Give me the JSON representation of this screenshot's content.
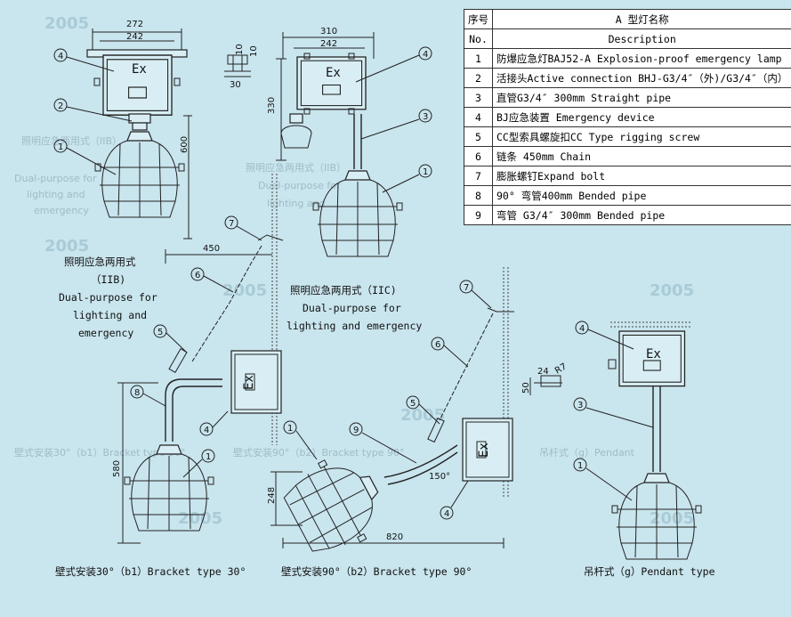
{
  "watermark": {
    "text": "2005",
    "ghost_lines": [
      "照明应急两用式（IIB）",
      "Dual-purpose for",
      "lighting and",
      "emergency",
      "壁式安装30°（b1）Bracket type 30°",
      "壁式安装90°（b2）Bracket type 90°",
      "吊杆式（g）Pendant"
    ]
  },
  "table": {
    "header": {
      "no_cn": "序号",
      "no_en": "No.",
      "title_cn": "A 型灯名称",
      "title_en": "Description"
    },
    "rows": [
      {
        "no": "1",
        "desc": "防爆应急灯BAJ52-A Explosion-proof emergency lamp"
      },
      {
        "no": "2",
        "desc": "活接头Active connection BHJ-G3/4″（外)/G3/4″（内）"
      },
      {
        "no": "3",
        "desc": "直管G3/4″  300mm Straight pipe"
      },
      {
        "no": "4",
        "desc": "BJ应急装置 Emergency device"
      },
      {
        "no": "5",
        "desc": "CC型索具螺旋扣CC Type rigging screw"
      },
      {
        "no": "6",
        "desc": "链条 450mm Chain"
      },
      {
        "no": "7",
        "desc": "膨胀螺钉Expand bolt"
      },
      {
        "no": "8",
        "desc": "90° 弯管400mm Bended pipe"
      },
      {
        "no": "9",
        "desc": "弯管 G3/4″  300mm Bended pipe"
      }
    ]
  },
  "box_label": "Ex",
  "dimensions": {
    "d272": "272",
    "d242a": "242",
    "d600": "600",
    "d10a": "10",
    "d10b": "10",
    "d30": "30",
    "d310": "310",
    "d242b": "242",
    "d330": "330",
    "d450": "450",
    "d580": "580",
    "d248": "248",
    "d820": "820",
    "d150": "150°",
    "d24": "24",
    "dR7": "R7",
    "d50": "50"
  },
  "callouts": [
    "1",
    "2",
    "3",
    "4",
    "5",
    "6",
    "7",
    "8",
    "9"
  ],
  "labels": {
    "iib_cn": "照明应急两用式",
    "iib_code": "（IIB)",
    "iib_en1": "Dual-purpose for",
    "iib_en2": "lighting and",
    "iib_en3": "emergency",
    "iic_cn": "照明应急两用式（IIC)",
    "iic_en1": "Dual-purpose for",
    "iic_en2": "lighting and emergency"
  },
  "captions": {
    "b1": "壁式安装30°（b1）Bracket type 30°",
    "b2": "壁式安装90°（b2）Bracket type 90°",
    "g": "吊杆式（g）Pendant type"
  }
}
